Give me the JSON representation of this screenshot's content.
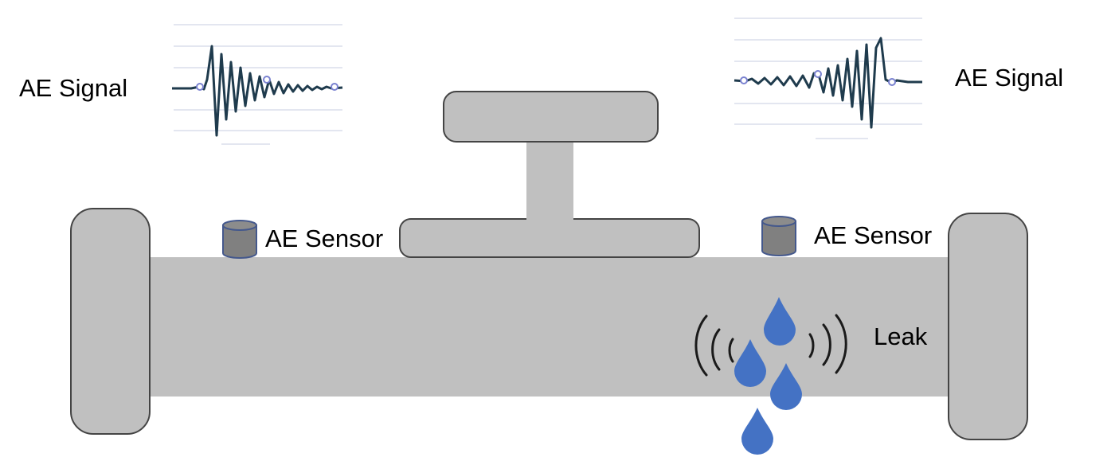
{
  "labels": {
    "signal_left": "AE Signal",
    "signal_right": "AE Signal",
    "sensor_left": "AE Sensor",
    "sensor_right": "AE Sensor",
    "leak": "Leak"
  },
  "colors": {
    "pipe_fill": "#c0c0c0",
    "pipe_stroke": "#444444",
    "sensor_fill": "#808080",
    "sensor_stroke": "#44588c",
    "drop_fill": "#4472c4",
    "wave_stroke": "#1f3b4d",
    "marker_stroke": "#7a82d0",
    "grid_line": "#e3e6f0"
  },
  "icons": {
    "drop": "water-drop-icon",
    "sound": "sound-wave-icon",
    "sensor": "cylinder-sensor-icon"
  }
}
